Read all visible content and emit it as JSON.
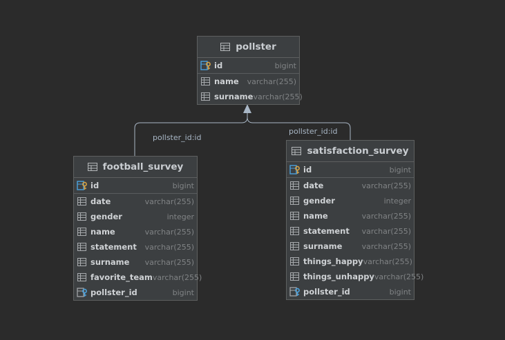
{
  "tables": {
    "pollster": {
      "title": "pollster",
      "columns": [
        {
          "name": "id",
          "type": "bigint",
          "icon": "primary-key-icon"
        },
        {
          "name": "name",
          "type": "varchar(255)",
          "icon": "column-icon"
        },
        {
          "name": "surname",
          "type": "varchar(255)",
          "icon": "column-icon"
        }
      ]
    },
    "football": {
      "title": "football_survey",
      "columns": [
        {
          "name": "id",
          "type": "bigint",
          "icon": "primary-key-icon"
        },
        {
          "name": "date",
          "type": "varchar(255)",
          "icon": "column-icon"
        },
        {
          "name": "gender",
          "type": "integer",
          "icon": "column-icon"
        },
        {
          "name": "name",
          "type": "varchar(255)",
          "icon": "column-icon"
        },
        {
          "name": "statement",
          "type": "varchar(255)",
          "icon": "column-icon"
        },
        {
          "name": "surname",
          "type": "varchar(255)",
          "icon": "column-icon"
        },
        {
          "name": "favorite_team",
          "type": "varchar(255)",
          "icon": "column-icon"
        },
        {
          "name": "pollster_id",
          "type": "bigint",
          "icon": "foreign-key-icon"
        }
      ]
    },
    "satisfaction": {
      "title": "satisfaction_survey",
      "columns": [
        {
          "name": "id",
          "type": "bigint",
          "icon": "primary-key-icon"
        },
        {
          "name": "date",
          "type": "varchar(255)",
          "icon": "column-icon"
        },
        {
          "name": "gender",
          "type": "integer",
          "icon": "column-icon"
        },
        {
          "name": "name",
          "type": "varchar(255)",
          "icon": "column-icon"
        },
        {
          "name": "statement",
          "type": "varchar(255)",
          "icon": "column-icon"
        },
        {
          "name": "surname",
          "type": "varchar(255)",
          "icon": "column-icon"
        },
        {
          "name": "things_happy",
          "type": "varchar(255)",
          "icon": "column-icon"
        },
        {
          "name": "things_unhappy",
          "type": "varchar(255)",
          "icon": "column-icon"
        },
        {
          "name": "pollster_id",
          "type": "bigint",
          "icon": "foreign-key-icon"
        }
      ]
    }
  },
  "relations": {
    "football_label": "pollster_id:id",
    "satisfaction_label": "pollster_id:id"
  },
  "colors": {
    "background": "#2b2b2b",
    "table_bg": "#3c3f41",
    "connector": "#a9b7c6",
    "key_blue": "#4aa3df",
    "key_gold": "#d9a343"
  }
}
